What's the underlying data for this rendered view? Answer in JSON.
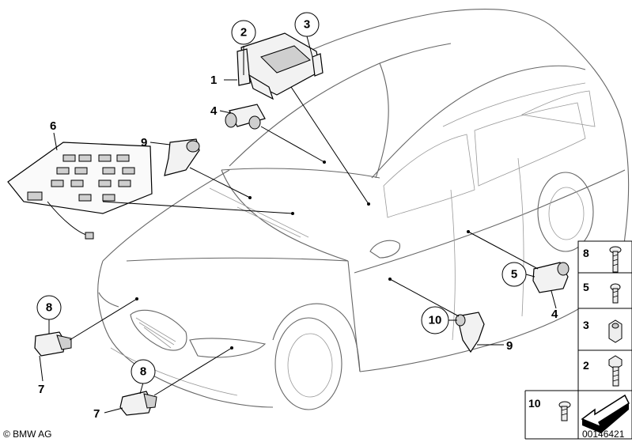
{
  "callouts": {
    "c1": "1",
    "c2": "2",
    "c3": "3",
    "c4": "4",
    "c5": "5",
    "c6": "6",
    "c7a": "7",
    "c7b": "7",
    "c8a": "8",
    "c8b": "8",
    "c9a": "9",
    "c9b": "9",
    "c4b": "4",
    "c10": "10"
  },
  "legend": {
    "items": [
      {
        "label": "8",
        "icon": "screw-long-icon"
      },
      {
        "label": "5",
        "icon": "screw-short-icon"
      },
      {
        "label": "3",
        "icon": "hex-nut-icon"
      },
      {
        "label": "2",
        "icon": "hex-bolt-icon"
      },
      {
        "label": "10",
        "icon": "torx-screw-icon"
      }
    ]
  },
  "footer": {
    "brand": "© BMW AG",
    "diagram_number": "00146421"
  }
}
